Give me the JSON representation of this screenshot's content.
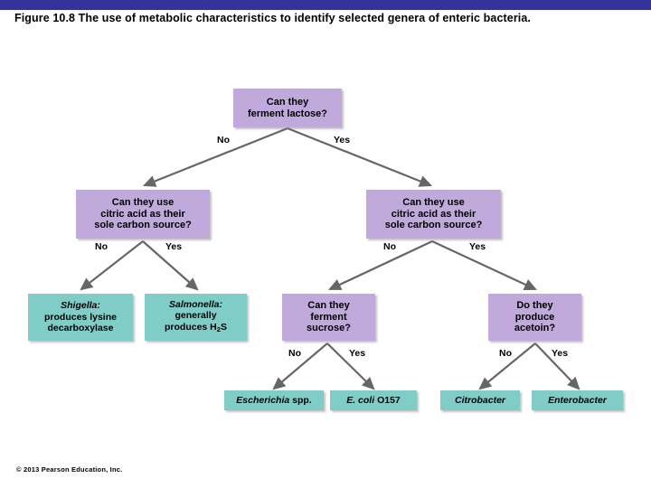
{
  "slide": {
    "title": "Figure 10.8 The use of metabolic characteristics to identify selected genera of enteric bacteria.",
    "copyright": "© 2013 Pearson Education, Inc.",
    "top_bar_color": "#333399",
    "decision_color": "#c0aadc",
    "result_color": "#80cdc8",
    "connector_color": "#666666"
  },
  "flowchart": {
    "type": "decision-tree",
    "nodes": [
      {
        "id": "q-lactose",
        "kind": "decision",
        "lines": [
          "Can they",
          "ferment lactose?"
        ]
      },
      {
        "id": "q-citrate-left",
        "kind": "decision",
        "lines": [
          "Can they use",
          "citric acid as their",
          "sole carbon source?"
        ]
      },
      {
        "id": "q-citrate-right",
        "kind": "decision",
        "lines": [
          "Can they use",
          "citric acid as their",
          "sole carbon source?"
        ]
      },
      {
        "id": "r-shigella",
        "kind": "result",
        "genus": "Shigella:",
        "lines": [
          "produces lysine",
          "decarboxylase"
        ]
      },
      {
        "id": "r-salmonella",
        "kind": "result",
        "genus": "Salmonella:",
        "lines": [
          "generally",
          "produces H2S"
        ]
      },
      {
        "id": "q-sucrose",
        "kind": "decision",
        "lines": [
          "Can they",
          "ferment",
          "sucrose?"
        ]
      },
      {
        "id": "q-acetoin",
        "kind": "decision",
        "lines": [
          "Do they",
          "produce",
          "acetoin?"
        ]
      },
      {
        "id": "r-escherichia-spp",
        "kind": "result",
        "genus": "Escherichia",
        "suffix": " spp."
      },
      {
        "id": "r-ecoli-o157",
        "kind": "result",
        "genus": "E. coli",
        "suffix": " O157"
      },
      {
        "id": "r-citrobacter",
        "kind": "result",
        "genus": "Citrobacter"
      },
      {
        "id": "r-enterobacter",
        "kind": "result",
        "genus": "Enterobacter"
      }
    ],
    "edge_labels": {
      "lactose_no": "No",
      "lactose_yes": "Yes",
      "citrate_left_no": "No",
      "citrate_left_yes": "Yes",
      "citrate_right_no": "No",
      "citrate_right_yes": "Yes",
      "sucrose_no": "No",
      "sucrose_yes": "Yes",
      "acetoin_no": "No",
      "acetoin_yes": "Yes"
    }
  }
}
